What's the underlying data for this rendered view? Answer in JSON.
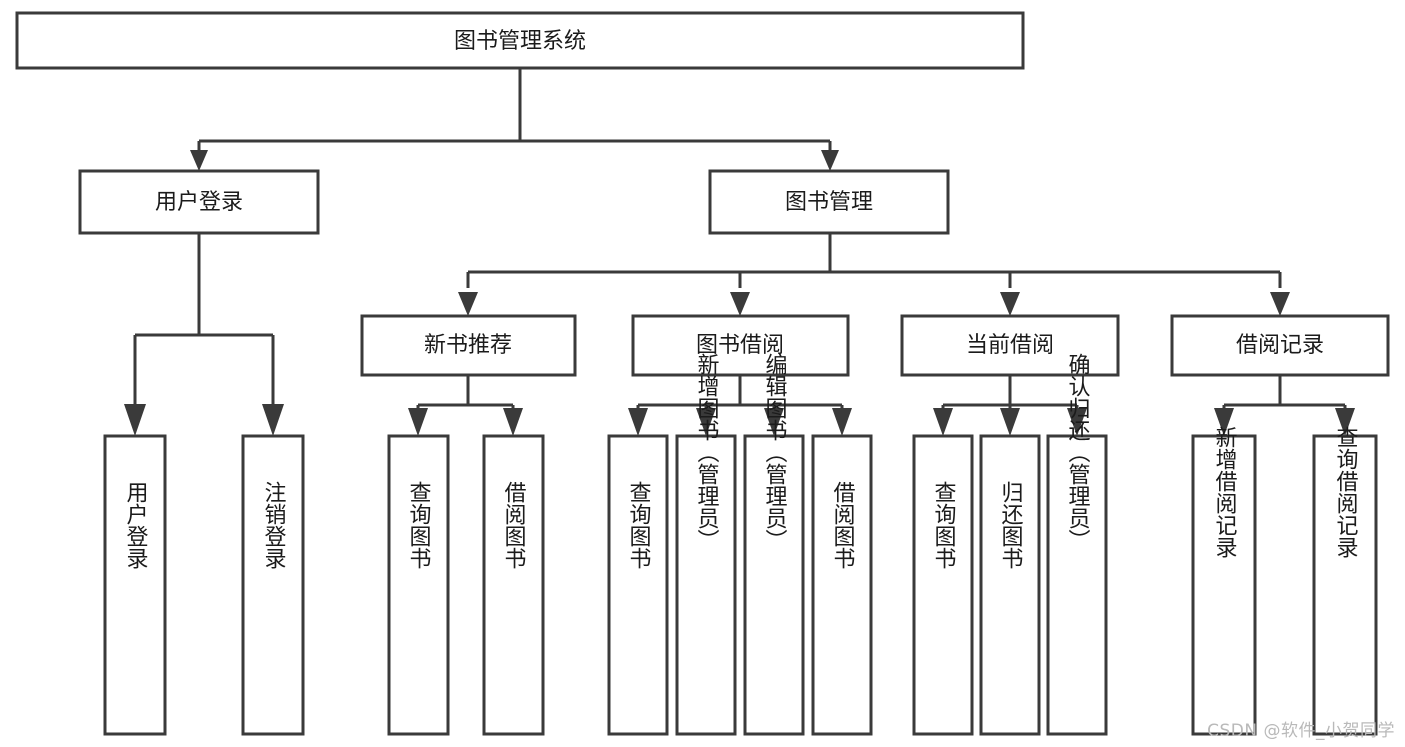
{
  "diagram": {
    "title": "图书管理系统",
    "type": "tree-hierarchy",
    "watermark": "CSDN @软件_小贺同学",
    "colors": {
      "background": "#ffffff",
      "stroke": "#3a3a3a",
      "box_fill": "#ffffff",
      "text": "#1b1b1b",
      "watermark": "#b9b9b9"
    },
    "root": {
      "label": "图书管理系统"
    },
    "level1": [
      {
        "label": "用户登录"
      },
      {
        "label": "图书管理"
      }
    ],
    "level2": [
      {
        "label": "新书推荐"
      },
      {
        "label": "图书借阅"
      },
      {
        "label": "当前借阅"
      },
      {
        "label": "借阅记录"
      }
    ],
    "leaves": {
      "user_login": [
        {
          "label": "用户登录"
        },
        {
          "label": "注销登录"
        }
      ],
      "new_book_recommend": [
        {
          "label": "查询图书"
        },
        {
          "label": "借阅图书"
        }
      ],
      "book_borrow": [
        {
          "label": "查询图书"
        },
        {
          "label": "新增图书（管理员）"
        },
        {
          "label": "编辑图书（管理员）"
        },
        {
          "label": "借阅图书"
        }
      ],
      "current_borrow": [
        {
          "label": "查询图书"
        },
        {
          "label": "归还图书"
        },
        {
          "label": "确认归还（管理员）"
        }
      ],
      "borrow_record": [
        {
          "label": "新增借阅记录"
        },
        {
          "label": "查询借阅记录"
        }
      ]
    }
  }
}
